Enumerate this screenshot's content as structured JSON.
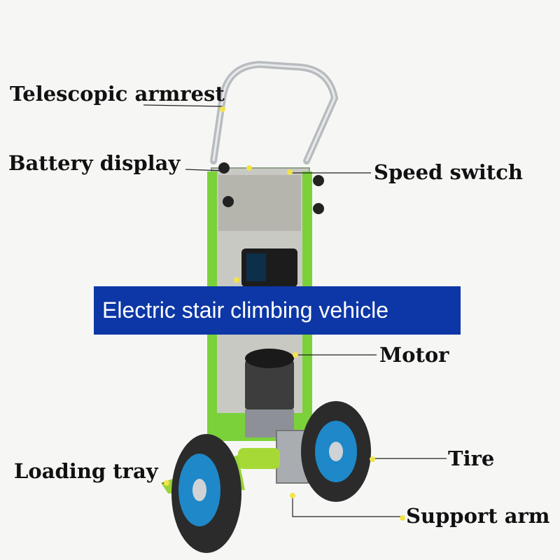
{
  "title": "Electric stair climbing vehicle",
  "labels": {
    "telescopic_armrest": "Telescopic armrest",
    "battery_display": "Battery display",
    "speed_switch": "Speed switch",
    "motor": "Motor",
    "tire": "Tire",
    "loading_tray": "Loading tray",
    "support_arm": "Support arm"
  },
  "colors": {
    "banner": "#0d37a6",
    "frame_green": "#7bd13a",
    "tire": "#2b2b2b",
    "hub_blue": "#1e88c8",
    "marker_dot": "#f2e34a"
  }
}
